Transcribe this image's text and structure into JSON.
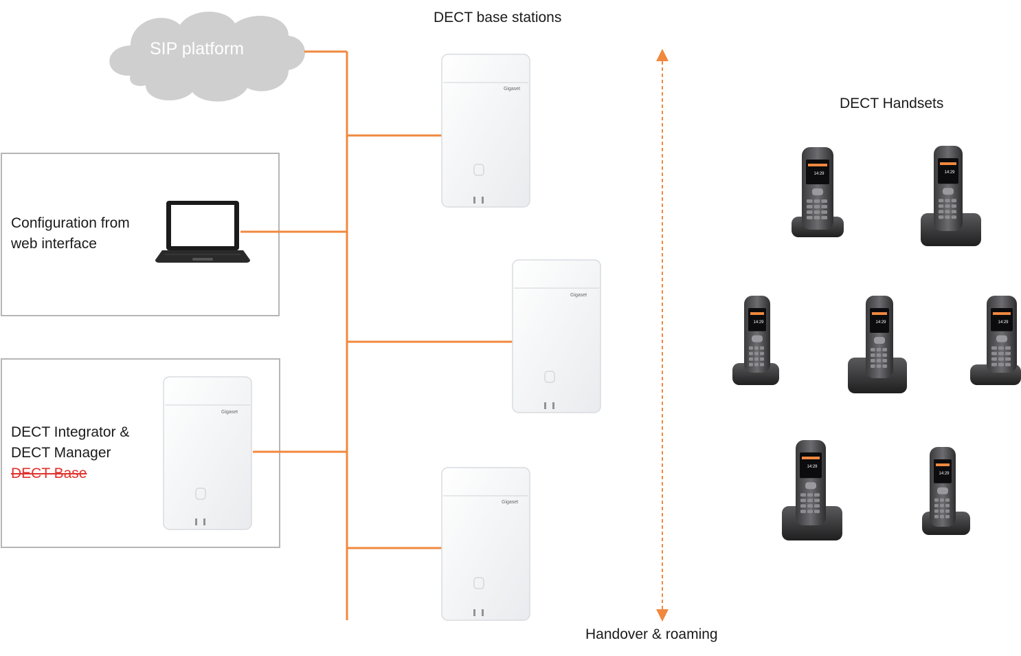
{
  "sip_platform": {
    "label": "SIP platform"
  },
  "base_stations": {
    "title": "DECT base stations",
    "brand_mark": "Gigaset"
  },
  "handsets": {
    "title": "DECT Handsets",
    "screen_time": "14:29",
    "count": 7
  },
  "config_box": {
    "line1": "Configuration from",
    "line2": "web interface"
  },
  "integrator_box": {
    "line1": "DECT Integrator &",
    "line2": "DECT Manager",
    "line3_struck": "DECT Base"
  },
  "roaming": {
    "label": "Handover & roaming"
  },
  "colors": {
    "link": "#f0883e",
    "cloud": "#cfcfcf",
    "box_border": "#b5b5b5",
    "strike": "#e0312b"
  }
}
